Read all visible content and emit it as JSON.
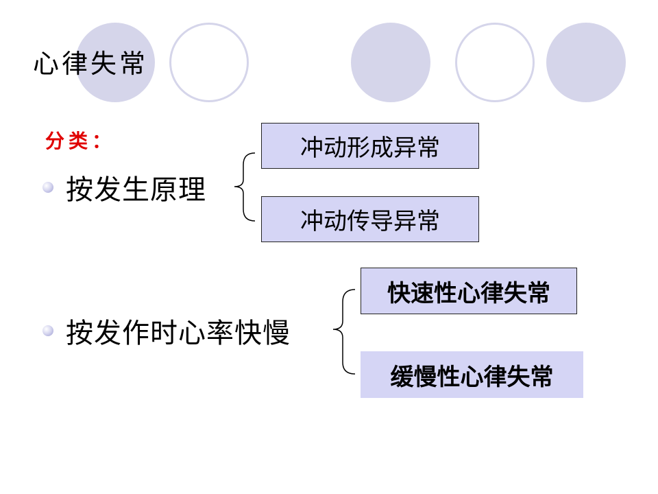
{
  "slide": {
    "title": "心律失常",
    "category_label": "分类：",
    "bullets": [
      {
        "text": "按发生原理",
        "items": [
          "冲动形成异常",
          "冲动传导异常"
        ]
      },
      {
        "text": "按发作时心率快慢",
        "items": [
          "快速性心律失常",
          "缓慢性心律失常"
        ]
      }
    ]
  },
  "colors": {
    "decor": "#d5d5ea",
    "box_fill": "#d5d5f5",
    "category_label": "#e00000"
  }
}
